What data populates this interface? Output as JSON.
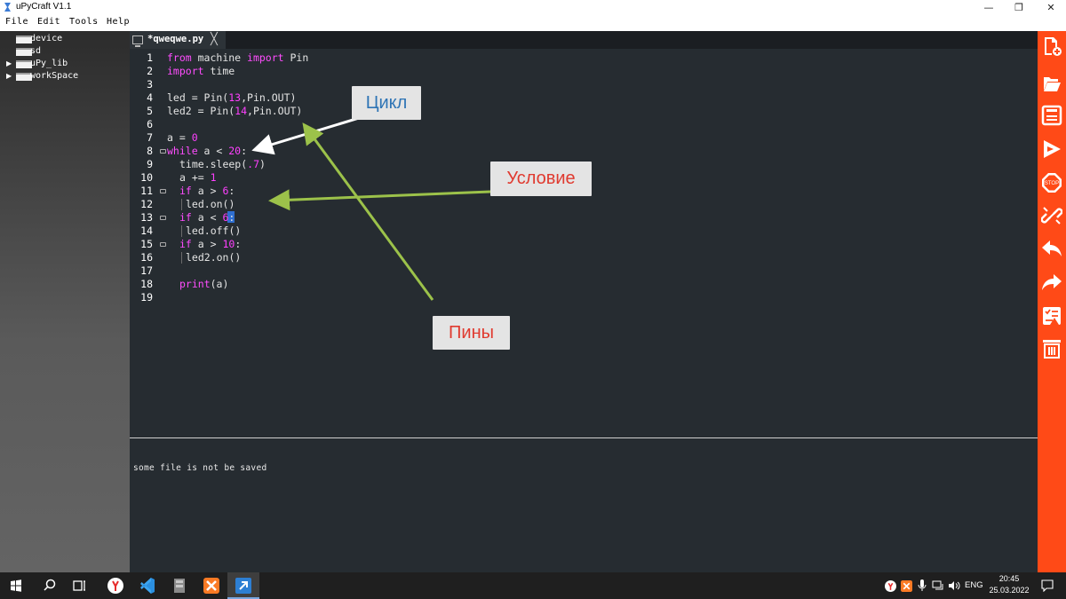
{
  "window": {
    "title": "uPyCraft V1.1",
    "minimize_glyph": "—",
    "restore_glyph": "❐",
    "close_glyph": "✕"
  },
  "menu": [
    "File",
    "Edit",
    "Tools",
    "Help"
  ],
  "file_tree": [
    {
      "label": "device",
      "expandable": false
    },
    {
      "label": "sd",
      "expandable": false
    },
    {
      "label": "uPy_lib",
      "expandable": true
    },
    {
      "label": "workSpace",
      "expandable": true
    }
  ],
  "editor": {
    "tab_label": "*qweqwe.py",
    "tab_close_glyph": "╳",
    "line_numbers": [
      "1",
      "2",
      "3",
      "4",
      "5",
      "6",
      "7",
      "8",
      "9",
      "10",
      "11",
      "12",
      "13",
      "14",
      "15",
      "16",
      "17",
      "18",
      "19"
    ],
    "code": {
      "l1": {
        "kw1": "from",
        "t1": " machine ",
        "kw2": "import",
        "t2": " Pin"
      },
      "l2": {
        "kw1": "import",
        "t1": " time"
      },
      "l4": {
        "t1": "led = Pin(",
        "n1": "13",
        "t2": ",Pin.OUT)"
      },
      "l5": {
        "t1": "led2 = Pin(",
        "n1": "14",
        "t2": ",Pin.OUT)"
      },
      "l7": {
        "t1": "a = ",
        "n1": "0"
      },
      "l8": {
        "kw1": "while",
        "t1": " a < ",
        "n1": "20",
        "t2": ":"
      },
      "l9": {
        "t1": "time.sleep(",
        "n1": ".7",
        "t2": ")"
      },
      "l10": {
        "t1": "a += ",
        "n1": "1"
      },
      "l11": {
        "kw1": "if",
        "t1": " a > ",
        "n1": "6",
        "t2": ":"
      },
      "l12": {
        "t1": "led.on()"
      },
      "l13": {
        "kw1": "if",
        "t1": " a < ",
        "n1": "6",
        "t2": ":"
      },
      "l14": {
        "t1": "led.off()"
      },
      "l15": {
        "kw1": "if",
        "t1": " a > ",
        "n1": "10",
        "t2": ":"
      },
      "l16": {
        "t1": "led2.on()"
      },
      "l18": {
        "kw1": "print",
        "t1": "(a)"
      }
    }
  },
  "console": {
    "message": "some file is not be saved"
  },
  "annotations": {
    "loop": "Цикл",
    "condition": "Условие",
    "pins": "Пины"
  },
  "toolbar_icons": [
    "new-file-icon",
    "open-file-icon",
    "save-icon",
    "run-icon",
    "stop-icon",
    "connect-icon",
    "undo-icon",
    "redo-icon",
    "syntax-check-icon",
    "clear-icon"
  ],
  "taskbar": {
    "lang": "ENG",
    "time": "20:45",
    "date": "25.03.2022"
  },
  "colors": {
    "toolbar_accent": "#ff4a17",
    "editor_bg": "#262c31",
    "keyword": "#ff4dff",
    "arrow_white": "#ffffff",
    "arrow_green": "#9cc24a",
    "callout_loop_text": "#2e74b5",
    "callout_red_text": "#e03a2f"
  }
}
